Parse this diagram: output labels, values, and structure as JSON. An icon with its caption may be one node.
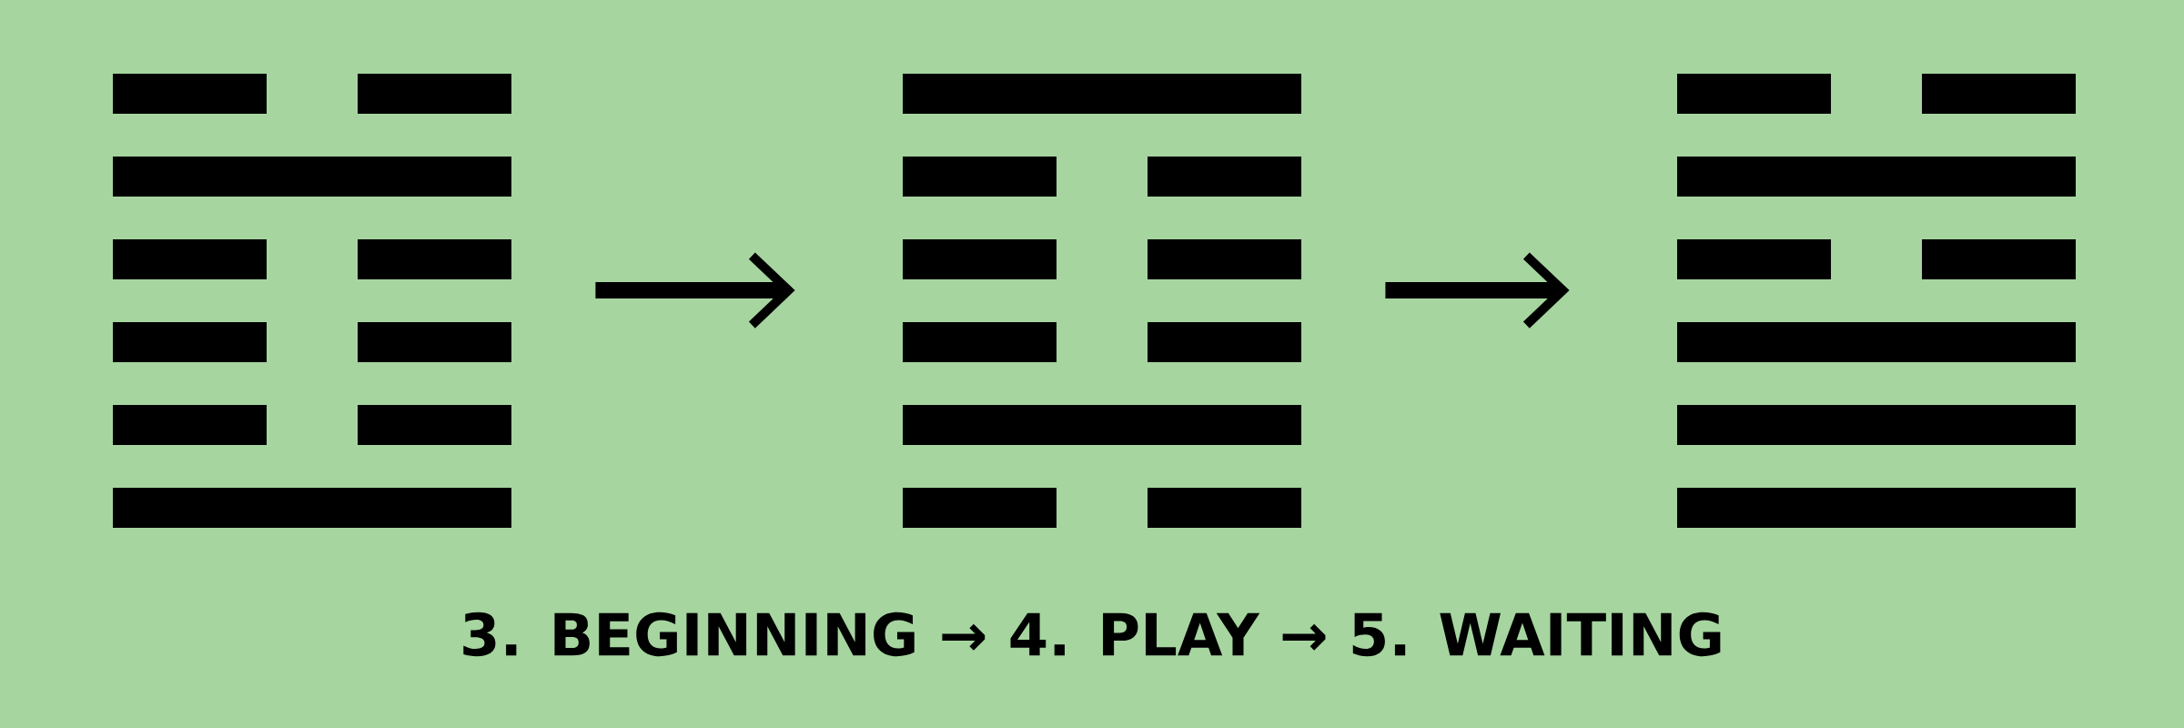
{
  "diagram": {
    "caption": "3. BEGINNING → 4. PLAY → 5. WAITING",
    "nodes": [
      {
        "text": [],
        "shape": "picture"
      },
      {
        "text": [],
        "shape": "picture"
      },
      {
        "text": [],
        "shape": "picture"
      }
    ],
    "edges": [
      {
        "from": 0,
        "to": 1,
        "arrow": "to"
      },
      {
        "from": 1,
        "to": 2,
        "arrow": "to"
      }
    ]
  }
}
